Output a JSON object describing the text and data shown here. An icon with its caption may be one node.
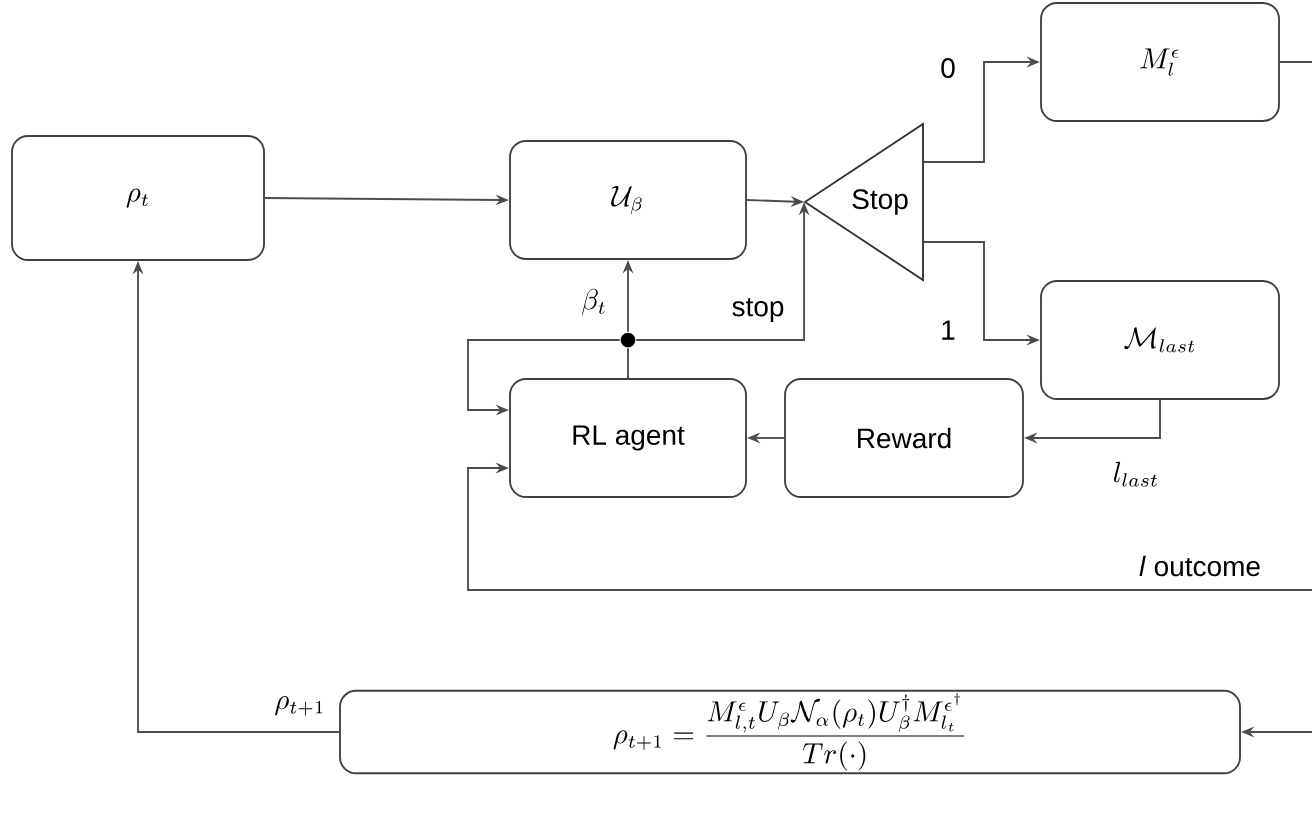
{
  "diagram": {
    "nodes": [
      {
        "text": [
          "\\rho_t"
        ]
      },
      {
        "text": [
          "\\mathcal{U}_\\beta"
        ]
      },
      {
        "text": [
          "Stop"
        ]
      },
      {
        "text": [
          "M_l^\\epsilon"
        ]
      },
      {
        "text": [],
        "shape": "circle"
      },
      {
        "text": [
          "\\mathcal{M}_{last}"
        ]
      },
      {
        "text": [
          "RL agent"
        ]
      },
      {
        "text": [
          "Reward"
        ]
      },
      {
        "text": [
          "\\rho_{t+1} = \\frac{M^\\epsilon_{l,t} U_\\beta \\mathcal{N}_\\alpha(\\rho_t) U_\\beta^\\dagger M_{l_t}^{\\epsilon^\\dagger}}{Tr(\\cdot)}"
        ]
      }
    ],
    "edges": [
      {
        "from": 0,
        "to": 1,
        "arrow": "to"
      },
      {
        "from": 1,
        "to": 2,
        "arrow": "to"
      },
      {
        "from": 2,
        "to": 3,
        "arrow": "to",
        "label": "0"
      },
      {
        "from": 2,
        "to": 5,
        "arrow": "to",
        "label": "1"
      },
      {
        "from": 3,
        "to": null,
        "arrow": "none"
      },
      {
        "from": 6,
        "to": 4,
        "arrow": "none"
      },
      {
        "from": 4,
        "to": 1,
        "arrow": "to",
        "label": "\\beta_t"
      },
      {
        "from": 4,
        "to": 2,
        "arrow": "to",
        "label": "stop"
      },
      {
        "from": 4,
        "to": 6,
        "arrow": "to"
      },
      {
        "from": 5,
        "to": 7,
        "arrow": "to",
        "label": "l_{last}"
      },
      {
        "from": 7,
        "to": 6,
        "arrow": "to"
      },
      {
        "from": null,
        "to": 6,
        "arrow": "to",
        "label": "*l* outcome"
      },
      {
        "from": null,
        "to": 8,
        "arrow": "to"
      },
      {
        "from": 8,
        "to": 0,
        "arrow": "to",
        "label": "\\rho_{t+1}"
      }
    ]
  }
}
